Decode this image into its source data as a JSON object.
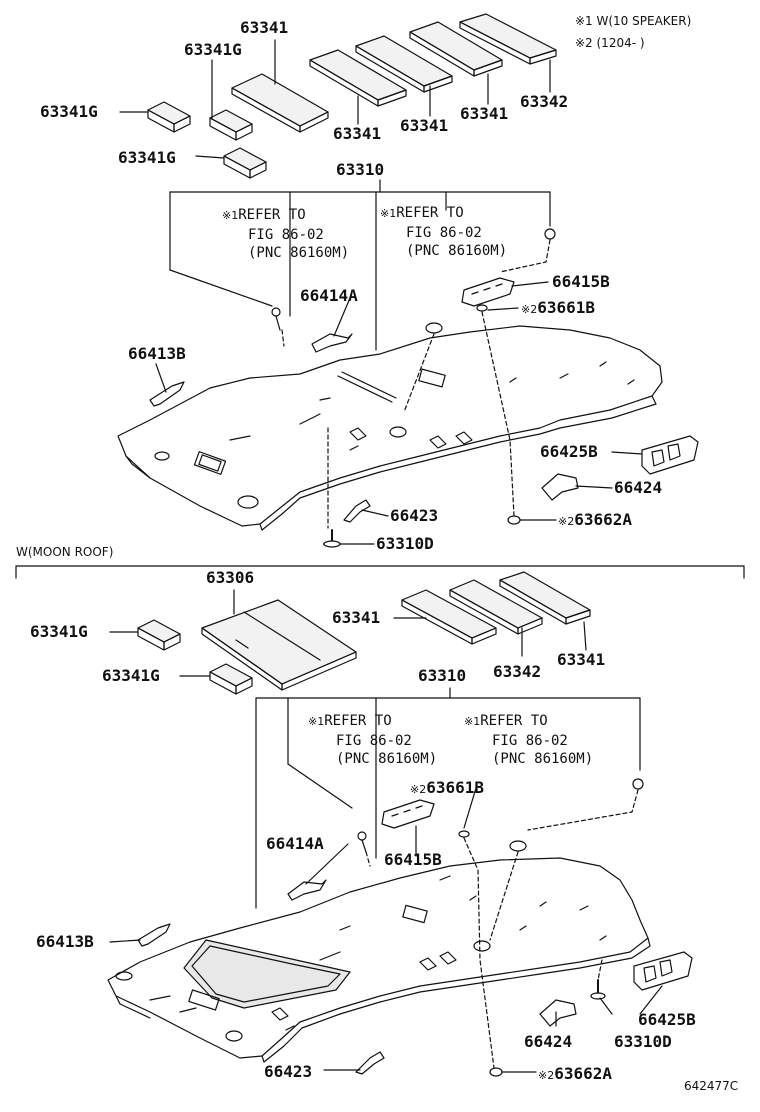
{
  "legend": {
    "note1": "※1 W(10 SPEAKER)",
    "note2": "※2 (1204-   )"
  },
  "section2_title": "W(MOON ROOF)",
  "illustration_code": "642477C",
  "refer_notes": {
    "mark": "※1",
    "line1": "REFER TO",
    "line2": "FIG 86-02",
    "line3": "(PNC 86160M)"
  },
  "top_section": {
    "parts": {
      "p63341_a": "63341",
      "p63341g_a": "63341G",
      "p63341g_b": "63341G",
      "p63341g_c": "63341G",
      "p63341_b": "63341",
      "p63341_c": "63341",
      "p63341_d": "63341",
      "p63342": "63342",
      "p63310": "63310",
      "p66415b": "66415B",
      "p63661b_mark": "※2",
      "p63661b": "63661B",
      "p66414a": "66414A",
      "p66413b": "66413B",
      "p66425b": "66425B",
      "p66424": "66424",
      "p66423": "66423",
      "p63662a_mark": "※2",
      "p63662a": "63662A",
      "p63310d": "63310D"
    }
  },
  "bottom_section": {
    "parts": {
      "p63306": "63306",
      "p63341g_a": "63341G",
      "p63341_a": "63341",
      "p63341g_b": "63341G",
      "p63342": "63342",
      "p63341_b": "63341",
      "p63310": "63310",
      "p63661b_mark": "※2",
      "p63661b": "63661B",
      "p66414a": "66414A",
      "p66415b": "66415B",
      "p66413b": "66413B",
      "p66425b": "66425B",
      "p66424": "66424",
      "p63310d": "63310D",
      "p66423": "66423",
      "p63662a_mark": "※2",
      "p63662a": "63662A"
    }
  }
}
